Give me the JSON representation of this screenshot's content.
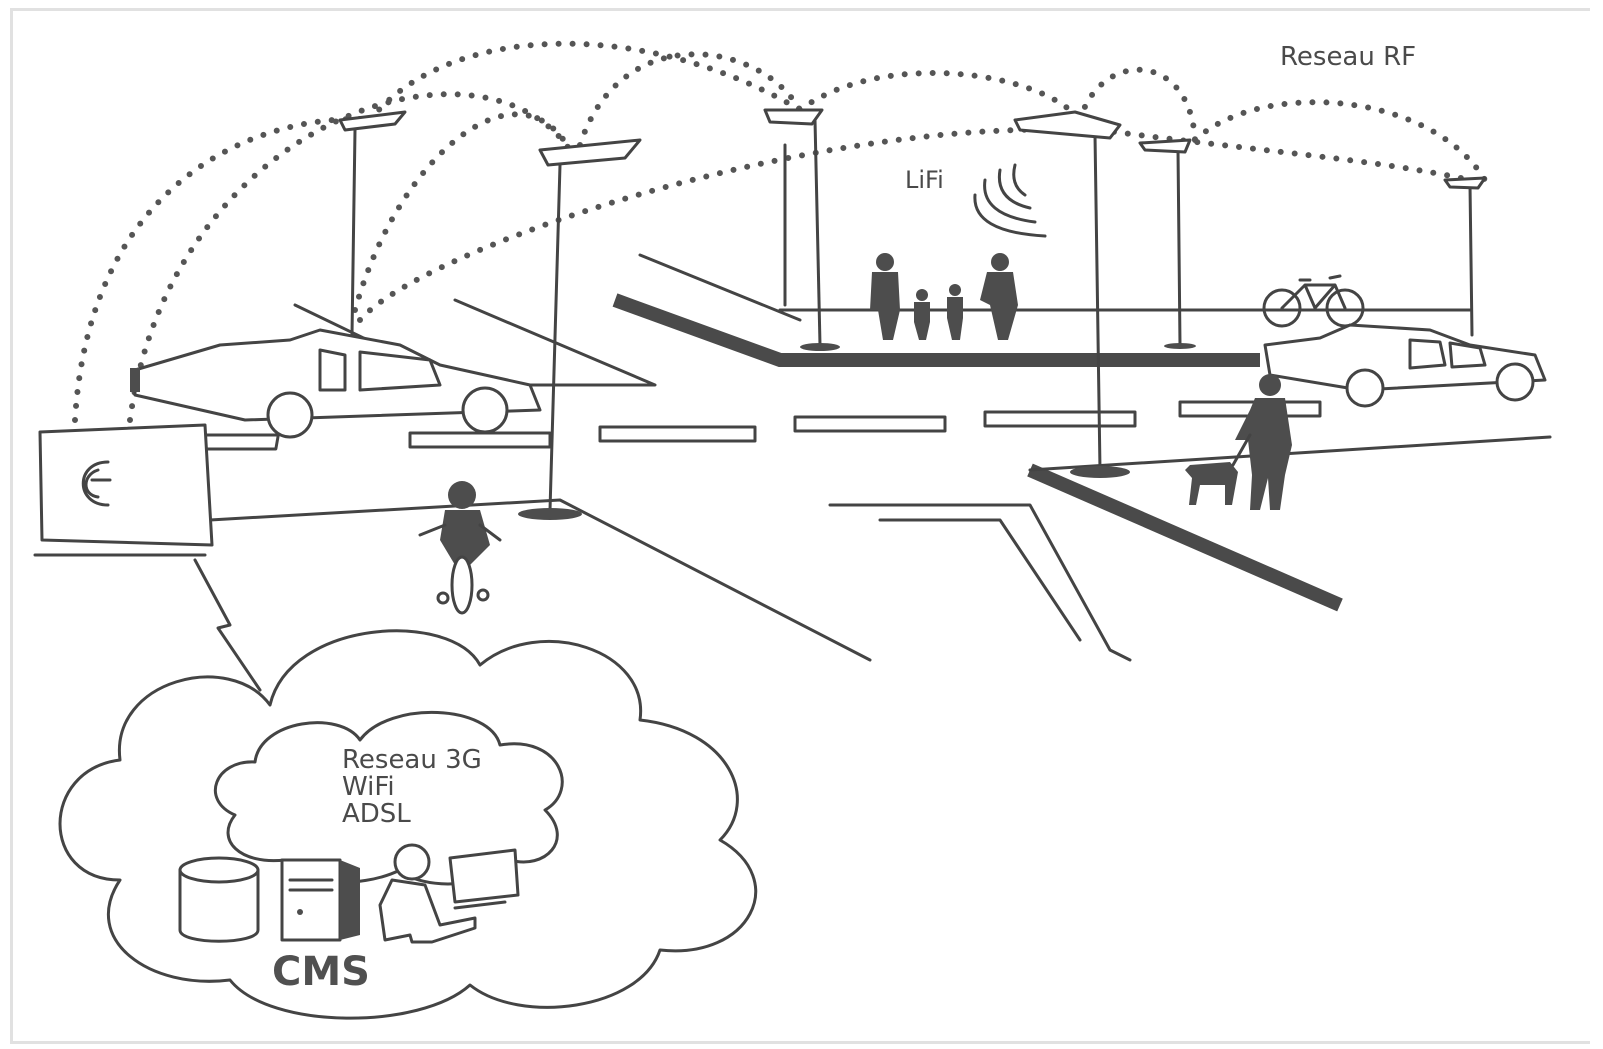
{
  "labels": {
    "rf_network": "Reseau RF",
    "lifi": "LiFi",
    "cloud_line1": "Reseau 3G",
    "cloud_line2": "WiFi",
    "cloud_line3": "ADSL",
    "cms": "CMS"
  },
  "icons": [
    "street-lamp-icon",
    "gateway-box-icon",
    "cloud-icon",
    "database-icon",
    "server-tower-icon",
    "operator-at-computer-icon",
    "car-icon",
    "bicycle-icon",
    "pedestrian-icon",
    "dog-icon",
    "lifi-wave-icon"
  ],
  "colors": {
    "ink": "#444444",
    "background": "#ffffff",
    "frame": "#e1e1e1"
  }
}
